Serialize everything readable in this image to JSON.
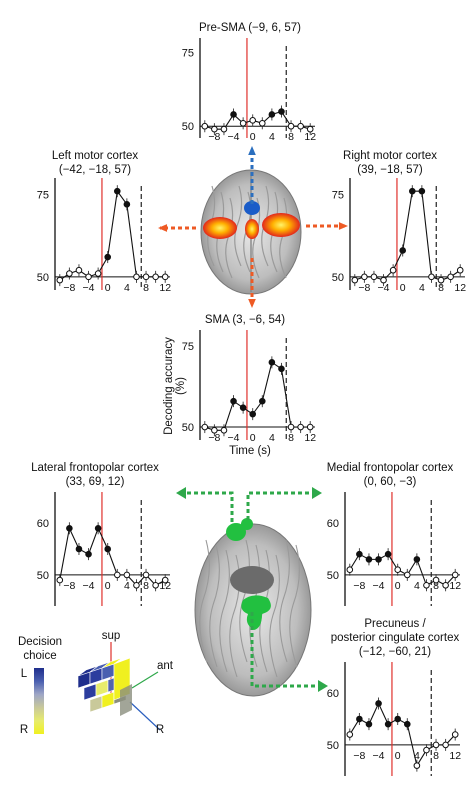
{
  "chart_data": [
    {
      "type": "line",
      "title": "Pre-SMA (−9, 6, 57)",
      "x": [
        -10,
        -8,
        -6,
        -4,
        -2,
        0,
        2,
        4,
        6,
        8,
        10,
        12
      ],
      "xticks": [
        "−8",
        "−4",
        "0",
        "4",
        "8",
        "12"
      ],
      "yticks": [
        "50",
        "75"
      ],
      "ylim": [
        46,
        80
      ],
      "series": [
        {
          "values": [
            50,
            49,
            49,
            54,
            51,
            52,
            51,
            54,
            55,
            50,
            50,
            49
          ]
        }
      ]
    },
    {
      "type": "line",
      "title": "Left motor cortex",
      "subtitle": "(−42, −18, 57)",
      "x": [
        -10,
        -8,
        -6,
        -4,
        -2,
        0,
        2,
        4,
        6,
        8,
        10,
        12
      ],
      "xticks": [
        "−8",
        "−4",
        "0",
        "4",
        "8",
        "12"
      ],
      "yticks": [
        "50",
        "75"
      ],
      "ylim": [
        46,
        80
      ],
      "series": [
        {
          "values": [
            49,
            51,
            52,
            50,
            51,
            56,
            76,
            72,
            50,
            50,
            50,
            50
          ]
        }
      ]
    },
    {
      "type": "line",
      "title": "Right motor cortex",
      "subtitle": "(39, −18, 57)",
      "x": [
        -10,
        -8,
        -6,
        -4,
        -2,
        0,
        2,
        4,
        6,
        8,
        10,
        12
      ],
      "xticks": [
        "−8",
        "−4",
        "0",
        "4",
        "8",
        "12"
      ],
      "yticks": [
        "50",
        "75"
      ],
      "ylim": [
        46,
        80
      ],
      "series": [
        {
          "values": [
            49,
            50,
            50,
            49,
            52,
            58,
            76,
            76,
            50,
            49,
            50,
            52
          ]
        }
      ]
    },
    {
      "type": "line",
      "title": "SMA (3, −6, 54)",
      "xlabel": "Time (s)",
      "ylabel": "Decoding accuracy (%)",
      "x": [
        -10,
        -8,
        -6,
        -4,
        -2,
        0,
        2,
        4,
        6,
        8,
        10,
        12
      ],
      "xticks": [
        "−8",
        "−4",
        "0",
        "4",
        "8",
        "12"
      ],
      "yticks": [
        "50",
        "75"
      ],
      "ylim": [
        46,
        80
      ],
      "series": [
        {
          "values": [
            50,
            49,
            49,
            58,
            56,
            54,
            58,
            70,
            68,
            50,
            50,
            50
          ]
        }
      ]
    },
    {
      "type": "line",
      "title": "Lateral frontopolar cortex",
      "subtitle": "(33, 69, 12)",
      "x": [
        -10,
        -8,
        -6,
        -4,
        -2,
        0,
        2,
        4,
        6,
        8,
        10,
        12
      ],
      "xticks": [
        "−8",
        "−4",
        "0",
        "4",
        "8",
        "12"
      ],
      "yticks": [
        "50",
        "60"
      ],
      "ylim": [
        44,
        66
      ],
      "series": [
        {
          "values": [
            49,
            59,
            55,
            54,
            59,
            55,
            50,
            50,
            48,
            50,
            48,
            49
          ]
        }
      ]
    },
    {
      "type": "line",
      "title": "Medial frontopolar cortex",
      "subtitle": "(0, 60, −3)",
      "x": [
        -10,
        -8,
        -6,
        -4,
        -2,
        0,
        2,
        4,
        6,
        8,
        10,
        12
      ],
      "xticks": [
        "−8",
        "−4",
        "0",
        "4",
        "8",
        "12"
      ],
      "yticks": [
        "50",
        "60"
      ],
      "ylim": [
        44,
        66
      ],
      "series": [
        {
          "values": [
            51,
            54,
            53,
            53,
            54,
            51,
            50,
            53,
            48,
            49,
            48,
            50
          ]
        }
      ]
    },
    {
      "type": "line",
      "title": "Precuneus /",
      "subtitle": "posterior cingulate cortex",
      "subtitle2": "(−12, −60, 21)",
      "x": [
        -10,
        -8,
        -6,
        -4,
        -2,
        0,
        2,
        4,
        6,
        8,
        10,
        12
      ],
      "xticks": [
        "−8",
        "−4",
        "0",
        "4",
        "8",
        "12"
      ],
      "yticks": [
        "50",
        "60"
      ],
      "ylim": [
        44,
        66
      ],
      "series": [
        {
          "values": [
            52,
            55,
            54,
            58,
            54,
            55,
            54,
            46,
            49,
            50,
            50,
            52
          ]
        }
      ]
    }
  ],
  "legend": {
    "title_line1": "Decision",
    "title_line2": "choice",
    "top_label": "L",
    "bottom_label": "R",
    "colors": [
      "#1f2e8c",
      "#4a5fb0",
      "#9ea6c6",
      "#c9c99a",
      "#e7ec6c",
      "#f0f020"
    ]
  },
  "cube": {
    "sup_label": "sup",
    "ant_label": "ant",
    "r_label": "R"
  },
  "colors": {
    "onset_line": "#e0302b",
    "filled_marker": "#111111",
    "open_marker": "#ffffff",
    "motor_arrow": "#ee5a24",
    "presma_arrow": "#2b6fbf",
    "frontopolar_arrow": "#2ea84a",
    "activation_hot": "#ffd000",
    "activation_blue": "#1a5cc8",
    "activation_green": "#22c040"
  }
}
